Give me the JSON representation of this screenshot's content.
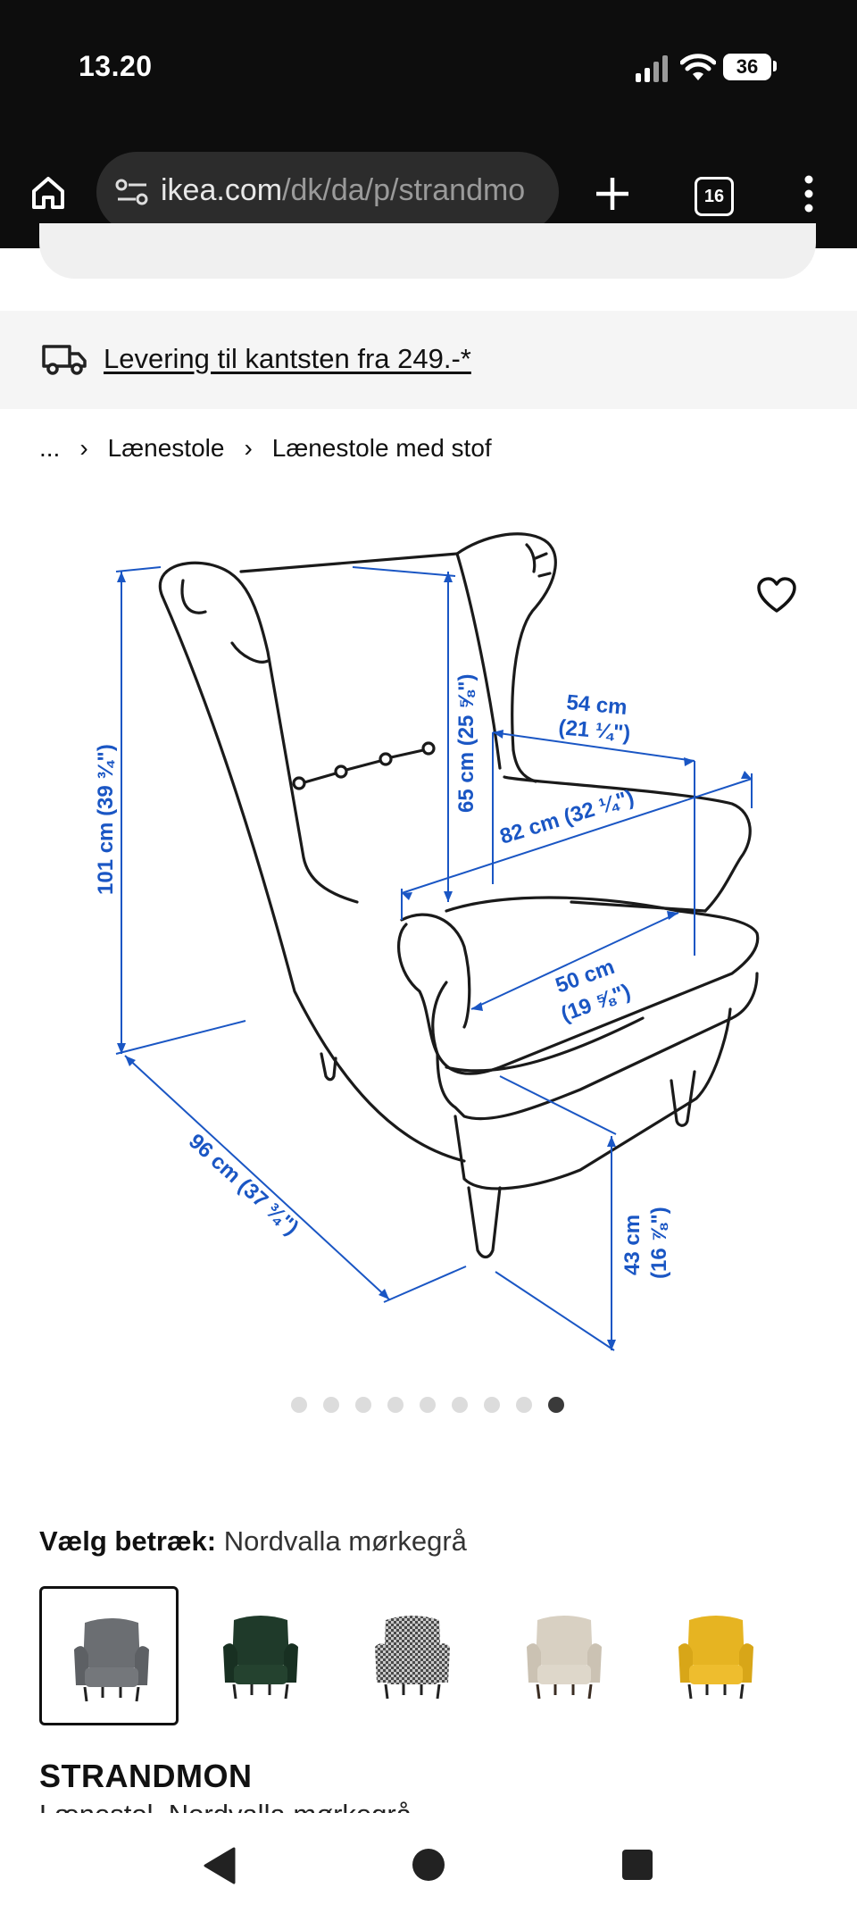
{
  "status_bar": {
    "time": "13.20",
    "battery": "36",
    "icons": [
      "signal-icon",
      "wifi-icon",
      "battery-icon"
    ]
  },
  "browser": {
    "url_domain": "ikea.com",
    "url_path": "/dk/da/p/strandmo",
    "tab_count": "16",
    "icons": [
      "home-icon",
      "site-settings-icon",
      "new-tab-icon",
      "tabs-icon",
      "more-icon"
    ]
  },
  "delivery": {
    "text": "Levering til kantsten fra 249.-*",
    "icon": "truck-icon"
  },
  "breadcrumb": {
    "ellipsis": "...",
    "items": [
      "Lænestole",
      "Lænestole med stof"
    ]
  },
  "dimensions": {
    "height": "101 cm (39 ¾\")",
    "back_height": "65 cm (25 ⅝\")",
    "arm_width": "54 cm",
    "arm_width_in": "(21 ¼\")",
    "width": "82 cm (32 ¼\")",
    "seat_depth": "50 cm",
    "seat_depth_in": "(19 ⅝\")",
    "depth": "96 cm (37 ¾\")",
    "seat_height": "43 cm",
    "seat_height_in": "(16 ⅞\")"
  },
  "carousel": {
    "count": 9,
    "active_index": 8
  },
  "cover": {
    "label": "Vælg betræk:",
    "value": "Nordvalla mørkegrå",
    "swatches": [
      {
        "name": "grey",
        "color": "#6b6e72",
        "selected": true
      },
      {
        "name": "dark-green",
        "color": "#1f3a2a",
        "selected": false
      },
      {
        "name": "houndstooth",
        "color": "#8a8a8a",
        "selected": false
      },
      {
        "name": "beige",
        "color": "#d8d0c2",
        "selected": false
      },
      {
        "name": "yellow",
        "color": "#e6b422",
        "selected": false
      }
    ]
  },
  "product": {
    "name": "STRANDMON",
    "subtitle": "Lænestol, Nordvalla mørkegrå"
  },
  "colors": {
    "accent_blue": "#1a56c4",
    "text": "#111111"
  }
}
